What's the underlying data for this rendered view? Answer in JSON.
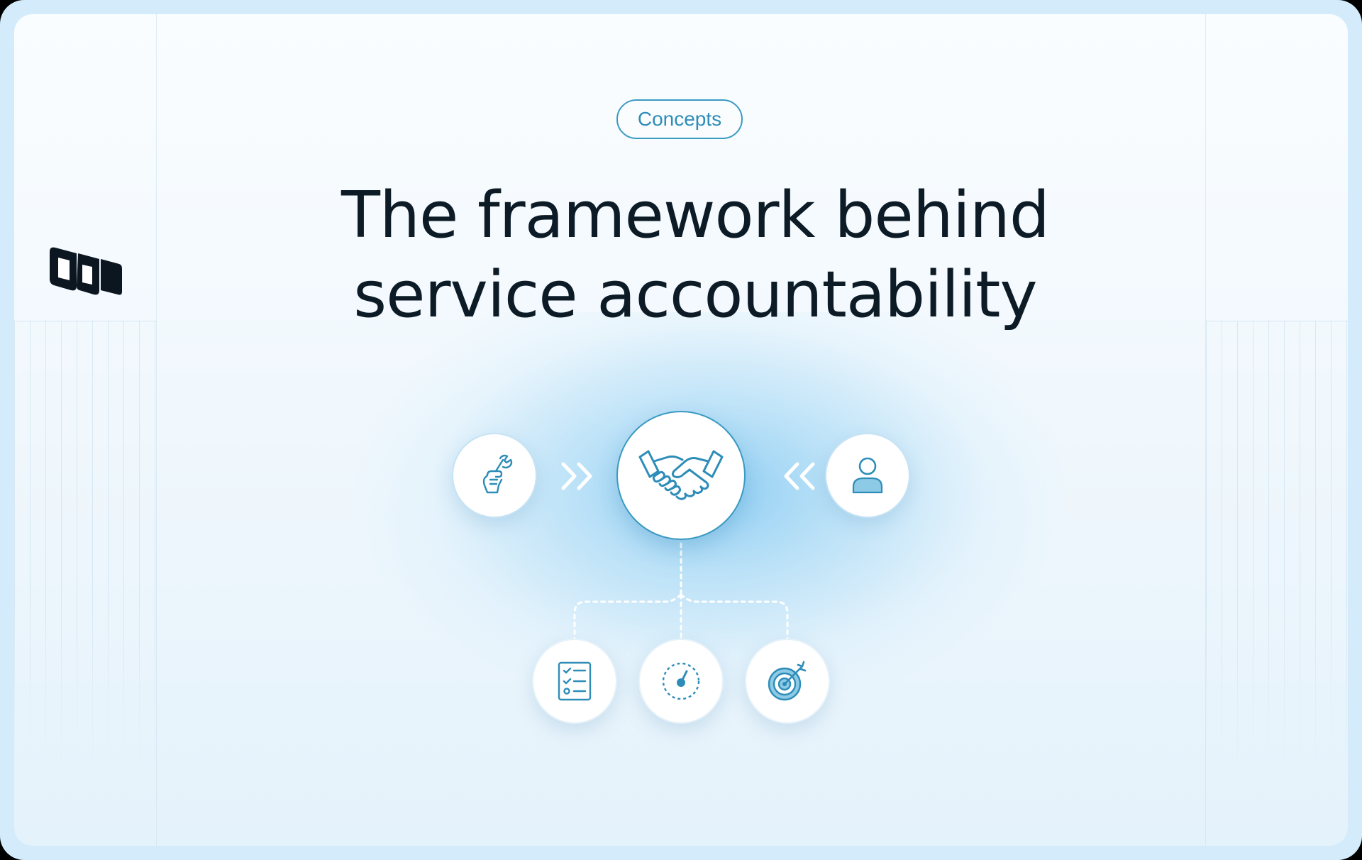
{
  "badge": {
    "label": "Concepts"
  },
  "headline": {
    "line1": "The framework behind",
    "line2": "service accountability"
  },
  "colors": {
    "accent": "#2e8db8",
    "frame": "#d3ebfb",
    "title": "#0c1b26"
  },
  "diagram": {
    "top_row": [
      {
        "icon": "hand-wrench-icon"
      },
      {
        "icon": "double-chevron-right-icon"
      },
      {
        "icon": "handshake-icon"
      },
      {
        "icon": "double-chevron-left-icon"
      },
      {
        "icon": "user-icon"
      }
    ],
    "bottom_row": [
      {
        "icon": "checklist-icon"
      },
      {
        "icon": "gauge-icon"
      },
      {
        "icon": "target-icon"
      }
    ]
  },
  "brand": {
    "logo_icon": "brand-logo-icon"
  }
}
